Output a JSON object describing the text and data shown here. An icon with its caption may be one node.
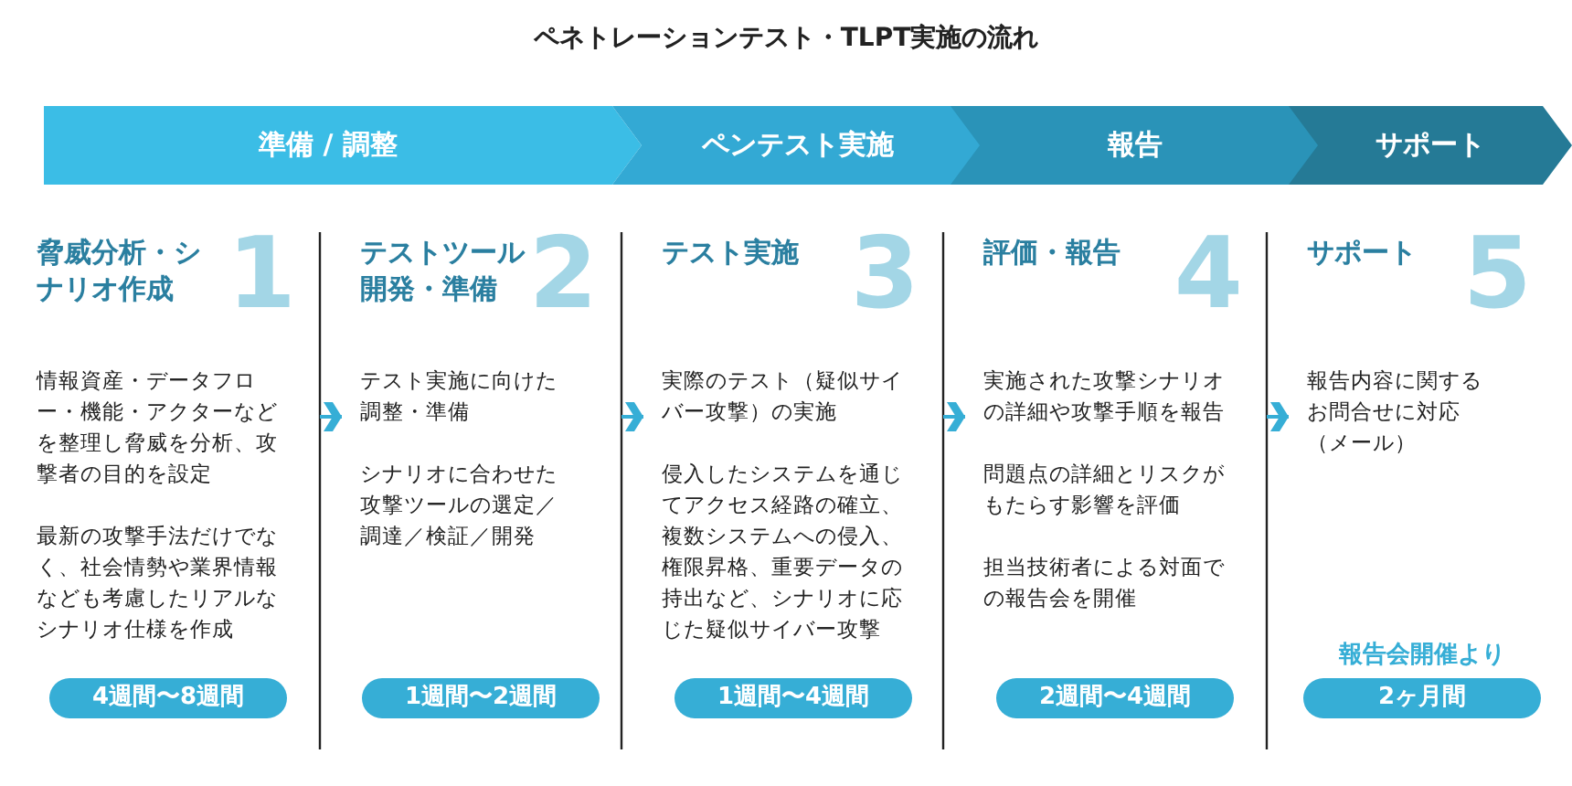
{
  "diagram": {
    "title": "ペネトレーションテスト・TLPT実施の流れ",
    "nodes": [
      {
        "text": [
          "準備 / 調整"
        ]
      },
      {
        "text": [
          "ペンテスト実施"
        ]
      },
      {
        "text": [
          "報告"
        ]
      },
      {
        "text": [
          "サポート"
        ]
      },
      {
        "text": [
          "脅威分析・シナリオ作成",
          "1",
          "情報資産・データフロー・機能・アクターなどを整理し脅威を分析、攻撃者の目的を設定",
          "最新の攻撃手法だけでなく、社会情勢や業界情報なども考慮したリアルなシナリオ仕様を作成"
        ]
      },
      {
        "text": [
          "テストツール開発・準備",
          "2",
          "テスト実施に向けた調整・準備",
          "シナリオに合わせた攻撃ツールの選定／調達／検証／開発"
        ]
      },
      {
        "text": [
          "テスト実施",
          "3",
          "実際のテスト（疑似サイバー攻撃）の実施",
          "侵入したシステムを通じてアクセス経路の確立、複数システムへの侵入、権限昇格、重要データの持出など、シナリオに応じた疑似サイバー攻撃"
        ]
      },
      {
        "text": [
          "評価・報告",
          "4",
          "実施された攻撃シナリオの詳細や攻撃手順を報告",
          "問題点の詳細とリスクがもたらす影響を評価",
          "担当技術者による対面での報告会を開催"
        ]
      },
      {
        "text": [
          "サポート",
          "5",
          "報告内容に関するお問合せに対応（メール）"
        ]
      },
      {
        "text": [
          "4週間〜8週間"
        ],
        "in": 4
      },
      {
        "text": [
          "1週間〜2週間"
        ],
        "in": 5
      },
      {
        "text": [
          "1週間〜4週間"
        ],
        "in": 6
      },
      {
        "text": [
          "2週間〜4週間"
        ],
        "in": 7
      },
      {
        "text": [
          "報告会開催より",
          "2ヶ月間"
        ],
        "in": 8
      }
    ],
    "edges": [
      {
        "from": 4,
        "to": 5,
        "arrow": "to"
      },
      {
        "from": 5,
        "to": 6,
        "arrow": "to"
      },
      {
        "from": 6,
        "to": 7,
        "arrow": "to"
      },
      {
        "from": 7,
        "to": 8,
        "arrow": "to"
      }
    ]
  }
}
